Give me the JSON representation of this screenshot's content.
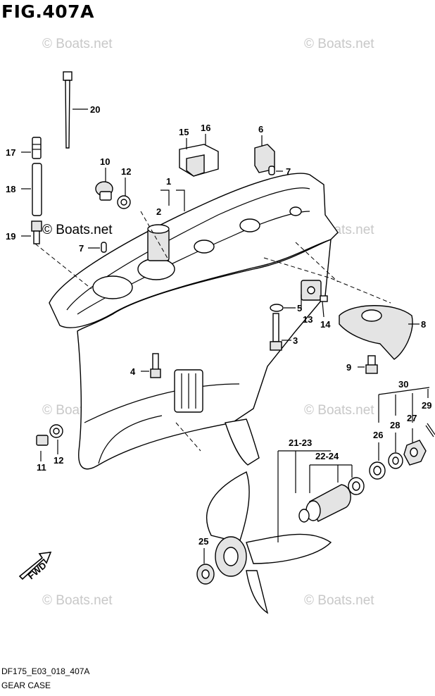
{
  "figure": {
    "title": "FIG.407A",
    "code": "DF175_E03_018_407A",
    "name": "GEAR CASE",
    "direction_label": "FWD"
  },
  "watermarks": [
    "© Boats.net",
    "© Boats.net",
    "© Boats.net",
    "© Boats.net",
    "© Boats.net",
    "© Boats.net",
    "© Boats.net",
    "© Boats.net"
  ],
  "part_labels": [
    "20",
    "17",
    "18",
    "19",
    "15",
    "16",
    "6",
    "7",
    "10",
    "12",
    "1",
    "2",
    "7",
    "5",
    "13",
    "14",
    "8",
    "3",
    "4",
    "9",
    "30",
    "29",
    "26",
    "28",
    "27",
    "21-23",
    "22-24",
    "11",
    "12",
    "25"
  ]
}
